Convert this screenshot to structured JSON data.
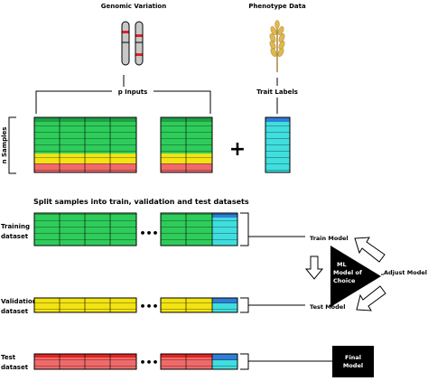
{
  "labels": {
    "genomic_variation": "Genomic Variation",
    "phenotype_data": "Phenotype Data",
    "p_inputs": "p Inputs",
    "trait_labels": "Trait Labels",
    "n_samples": "n Samples",
    "plus": "+",
    "split_title": "Split samples into train, validation and test datasets",
    "training_line1": "Training",
    "training_line2": "dataset",
    "validation_line1": "Validation",
    "validation_line2": "dataset",
    "test_line1": "Test",
    "test_line2": "dataset",
    "train_model": "Train Model",
    "test_model": "Test Model",
    "adjust_model": "Adjust Model",
    "ml_line1": "ML",
    "ml_line2": "Model of",
    "ml_line3": "Choice",
    "final_line1": "Final",
    "final_line2": "Model",
    "ellipsis": "•••"
  },
  "colors": {
    "green": "#2ecc5a",
    "green_header": "#1f9e43",
    "yellow": "#f2e313",
    "yellow_dark": "#c9bd00",
    "red": "#f06a6a",
    "red_header": "#e02323",
    "cyan": "#40dede",
    "blue": "#2f7fd6"
  }
}
